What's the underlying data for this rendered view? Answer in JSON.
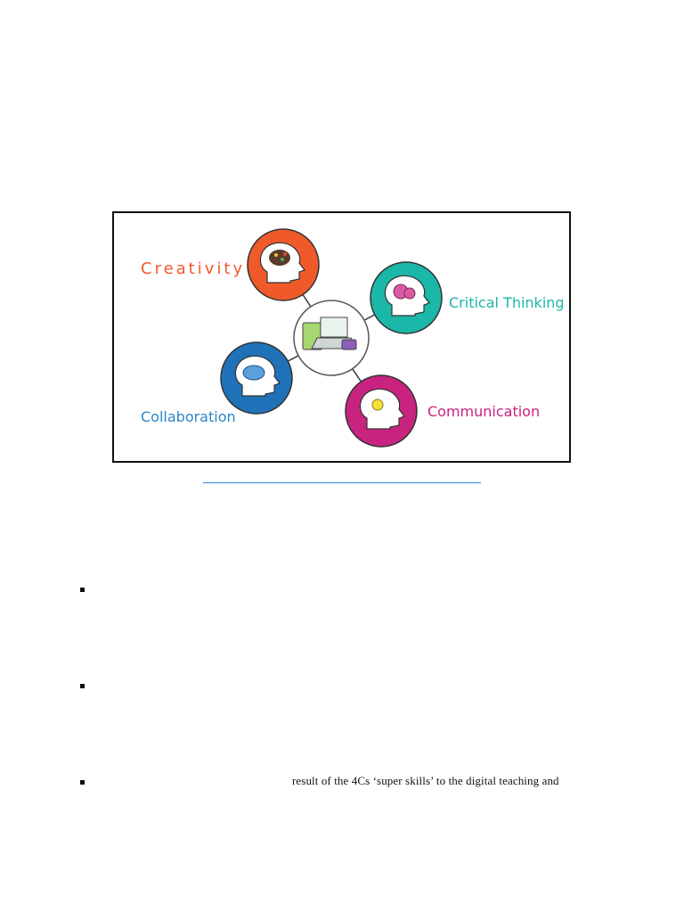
{
  "figure": {
    "skills": [
      {
        "label": "Creativity",
        "color": "#f05a2a",
        "icon": "brain-paint-icon"
      },
      {
        "label": "Critical Thinking",
        "color": "#1bb7a8",
        "icon": "gears-icon"
      },
      {
        "label": "Collaboration",
        "color": "#1f72b8",
        "icon": "handshake-icon"
      },
      {
        "label": "Communication",
        "color": "#c8237f",
        "icon": "lightbulb-icon"
      }
    ],
    "center_icon": "devices-icon"
  },
  "bullets": [
    {
      "text": ""
    },
    {
      "text": ""
    },
    {
      "text": "result of the 4Cs ‘super skills’ to the digital teaching and"
    }
  ]
}
